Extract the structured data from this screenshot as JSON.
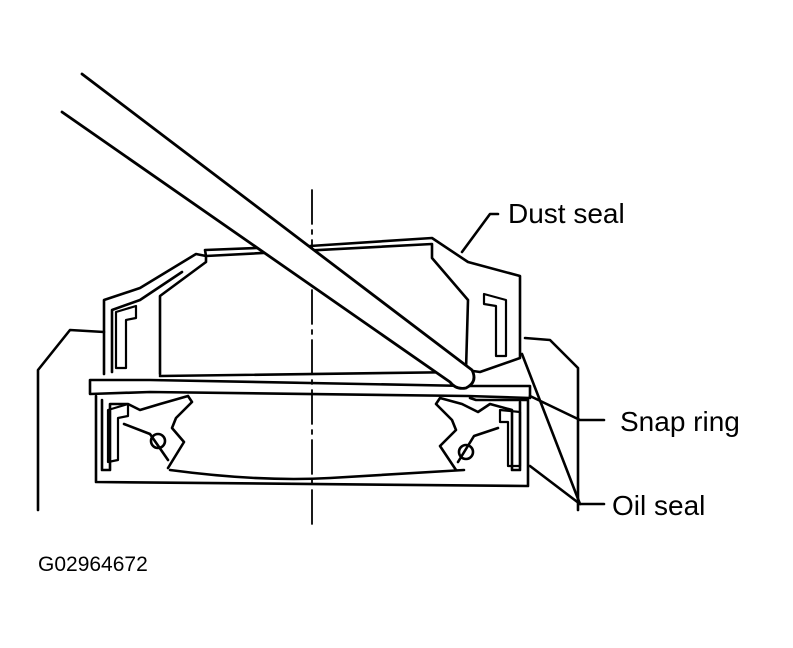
{
  "labels": {
    "dust_seal": "Dust seal",
    "snap_ring": "Snap ring",
    "oil_seal": "Oil seal"
  },
  "figure_code": "G02964672"
}
